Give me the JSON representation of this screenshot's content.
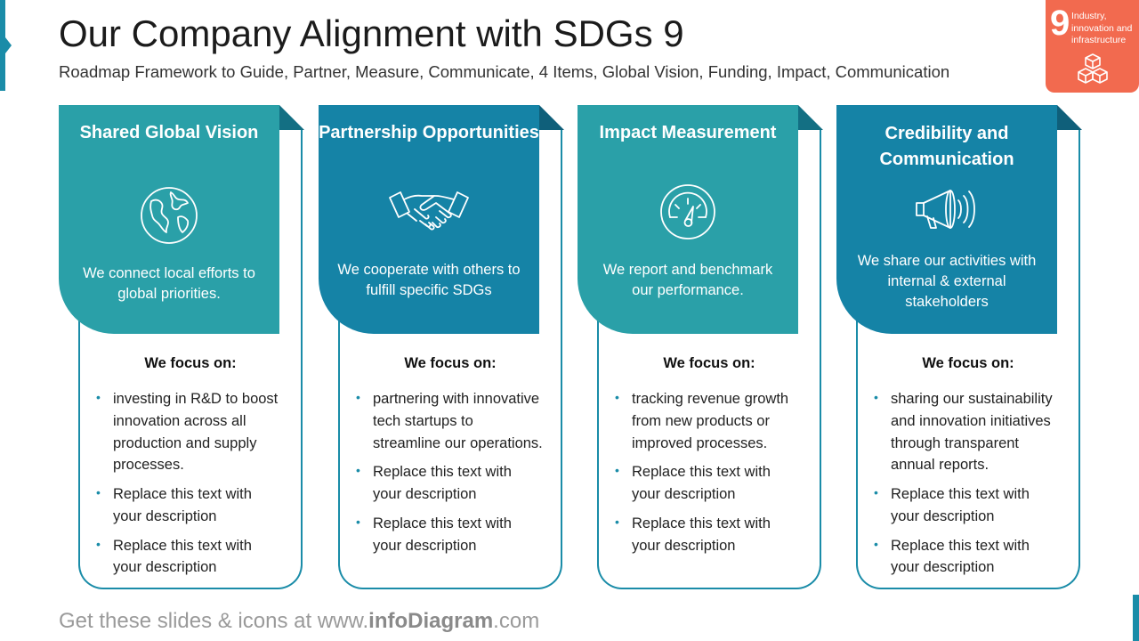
{
  "header": {
    "title": "Our Company Alignment with SDGs 9",
    "subtitle": "Roadmap Framework to Guide, Partner, Measure, Communicate, 4 Items, Global Vision, Funding, Impact, Communication"
  },
  "sdg_badge": {
    "number": "9",
    "label": "Industry, innovation and infrastructure",
    "color": "#f26a4f",
    "icon": "cubes-icon"
  },
  "colors": {
    "teal": "#2aa0a8",
    "blue": "#1583a6",
    "outline": "#1a8ca8"
  },
  "cards": [
    {
      "title": "Shared Global Vision",
      "icon": "globe-icon",
      "description": "We connect local efforts to global priorities.",
      "focus_label": "We focus on:",
      "bullets": [
        "investing in R&D to boost innovation across all production and supply processes.",
        "Replace this text with your description",
        "Replace this text with your description"
      ]
    },
    {
      "title": "Partnership Opportunities",
      "icon": "handshake-icon",
      "description": "We cooperate with others to fulfill specific SDGs",
      "focus_label": "We focus on:",
      "bullets": [
        "partnering with innovative tech startups to streamline our operations.",
        "Replace this text with your description",
        "Replace this text with your description"
      ]
    },
    {
      "title": "Impact Measurement",
      "icon": "gauge-icon",
      "description": "We report and benchmark our performance.",
      "focus_label": "We focus on:",
      "bullets": [
        "tracking revenue growth from new products or improved processes.",
        "Replace this text with your description",
        "Replace this text with your description"
      ]
    },
    {
      "title": "Credibility and Communication",
      "icon": "megaphone-icon",
      "description": "We share our activities with internal & external stakeholders",
      "focus_label": "We focus on:",
      "bullets": [
        "sharing our sustainability and innovation initiatives through transparent annual reports.",
        "Replace this text with your description",
        "Replace this text with your description"
      ]
    }
  ],
  "footer": {
    "prefix": "Get these slides & icons at www.",
    "brand": "infoDiagram",
    "suffix": ".com"
  }
}
